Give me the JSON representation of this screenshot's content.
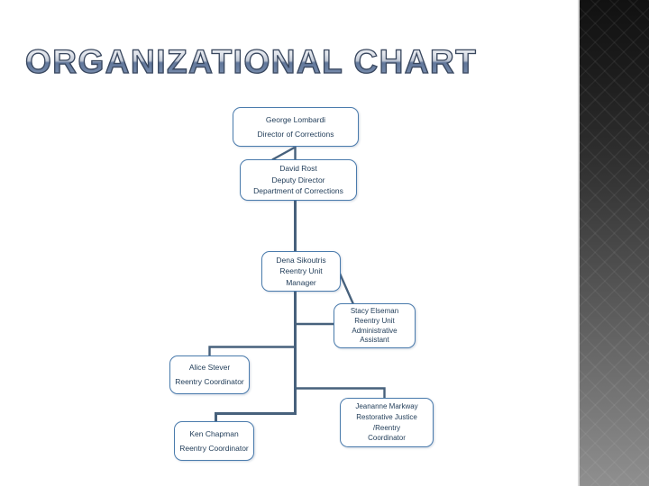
{
  "slide_title": "ORGANIZATIONAL CHART",
  "org_chart": {
    "nodes": [
      {
        "name": "George Lombardi",
        "lines": [
          "George Lombardi",
          "Director of Corrections"
        ]
      },
      {
        "name": "David Rost",
        "lines": [
          "David Rost",
          "Deputy Director",
          "Department of Corrections"
        ]
      },
      {
        "name": "Dena Sikoutris",
        "lines": [
          "Dena Sikoutris",
          "Reentry Unit",
          "Manager"
        ]
      },
      {
        "name": "Stacy Elseman",
        "lines": [
          "Stacy Elseman",
          "Reentry Unit",
          "Administrative",
          "Assistant"
        ]
      },
      {
        "name": "Alice Stever",
        "lines": [
          "Alice Stever",
          "Reentry Coordinator"
        ]
      },
      {
        "name": "Jeananne Markway",
        "lines": [
          "Jeananne Markway",
          "Restorative Justice",
          "/Reentry",
          "Coordinator"
        ]
      },
      {
        "name": "Ken Chapman",
        "lines": [
          "Ken Chapman",
          "Reentry Coordinator"
        ]
      }
    ],
    "edges": [
      {
        "from": "George Lombardi",
        "to": "David Rost"
      },
      {
        "from": "David Rost",
        "to": "Dena Sikoutris"
      },
      {
        "from": "Dena Sikoutris",
        "to": "Stacy Elseman"
      },
      {
        "from": "Dena Sikoutris",
        "to": "Alice Stever"
      },
      {
        "from": "Dena Sikoutris",
        "to": "Jeananne Markway"
      },
      {
        "from": "Dena Sikoutris",
        "to": "Ken Chapman"
      }
    ]
  },
  "colors": {
    "box_border": "#4a7bac",
    "connector": "#47617c",
    "node_text": "#1f3b57",
    "title_outline": "#39475e",
    "sidebar_gradient_top": "#111111",
    "sidebar_gradient_bottom": "#8f8f8f",
    "slide_background": "#ffffff"
  }
}
